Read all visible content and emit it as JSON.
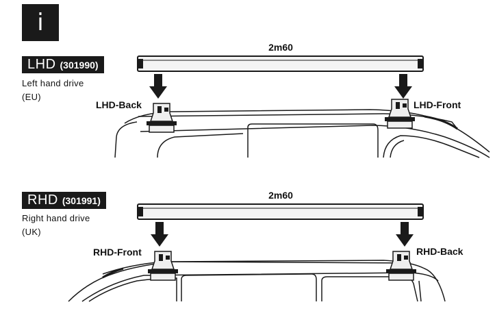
{
  "info_icon": "i",
  "sections": [
    {
      "drive_code": "LHD",
      "part_number": "(301990)",
      "description_line1": "Left hand drive",
      "description_line2": "(EU)",
      "bar_length": "2m60",
      "left_foot_label": "LHD-Back",
      "right_foot_label": "LHD-Front"
    },
    {
      "drive_code": "RHD",
      "part_number": "(301991)",
      "description_line1": "Right hand drive",
      "description_line2": "(UK)",
      "bar_length": "2m60",
      "left_foot_label": "RHD-Front",
      "right_foot_label": "RHD-Back"
    }
  ],
  "colors": {
    "badge_bg": "#1a1a1a",
    "line": "#1a1a1a",
    "bar_fill": "#f4f4f4"
  }
}
